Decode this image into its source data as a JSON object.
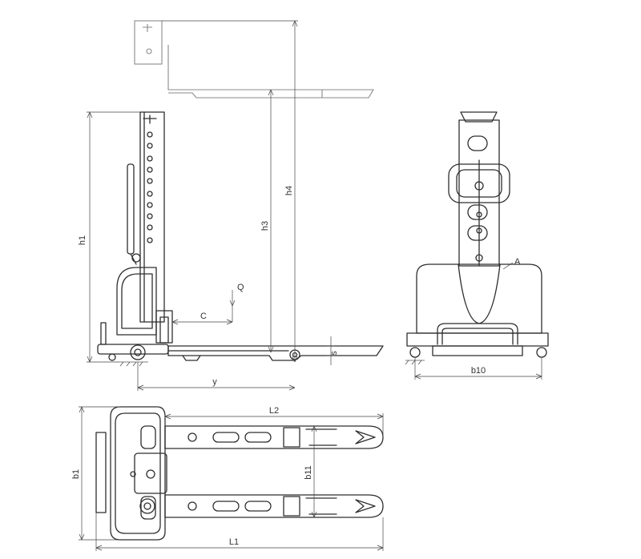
{
  "labels": {
    "h1": "h1",
    "h3": "h3",
    "h4": "h4",
    "Q": "Q",
    "c": "C",
    "s": "s",
    "y": "y",
    "A": "A",
    "b10": "b10",
    "L2": "L2",
    "b11": "b11",
    "b1": "b1",
    "L1": "L1"
  },
  "colors": {
    "line": "#2e2e2e",
    "ghost": "#8a8a8a",
    "paper": "#ffffff"
  }
}
